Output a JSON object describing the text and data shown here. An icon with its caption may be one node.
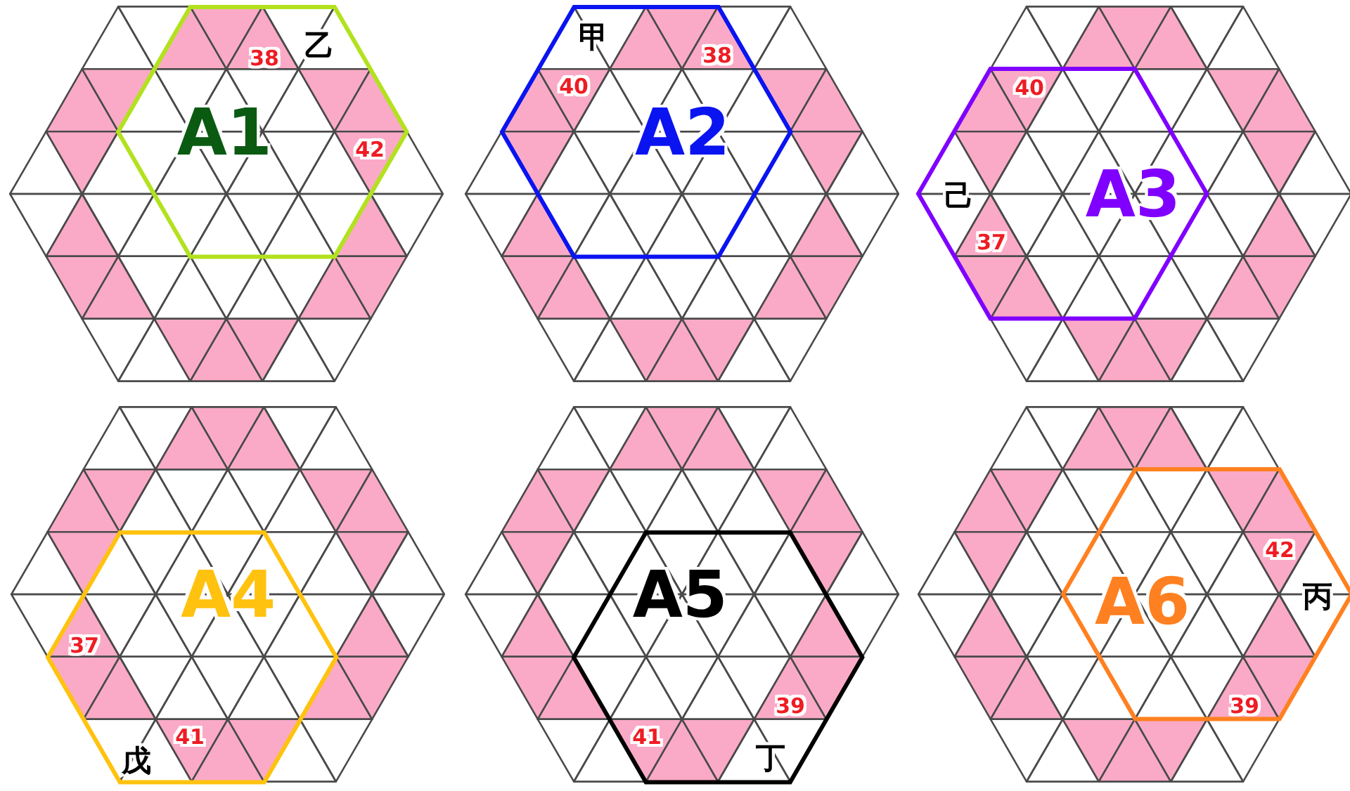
{
  "diagram": {
    "nodes": [
      {
        "text": [
          "A1"
        ]
      },
      {
        "text": [
          "A2"
        ]
      },
      {
        "text": [
          "A3"
        ]
      },
      {
        "text": [
          "A4"
        ]
      },
      {
        "text": [
          "A5"
        ]
      },
      {
        "text": [
          "A6"
        ]
      }
    ],
    "labels": [
      "乙",
      "38",
      "42",
      "甲",
      "38",
      "40",
      "40",
      "己",
      "37",
      "37",
      "41",
      "戊",
      "39",
      "41",
      "丁",
      "42",
      "丙",
      "39"
    ]
  }
}
